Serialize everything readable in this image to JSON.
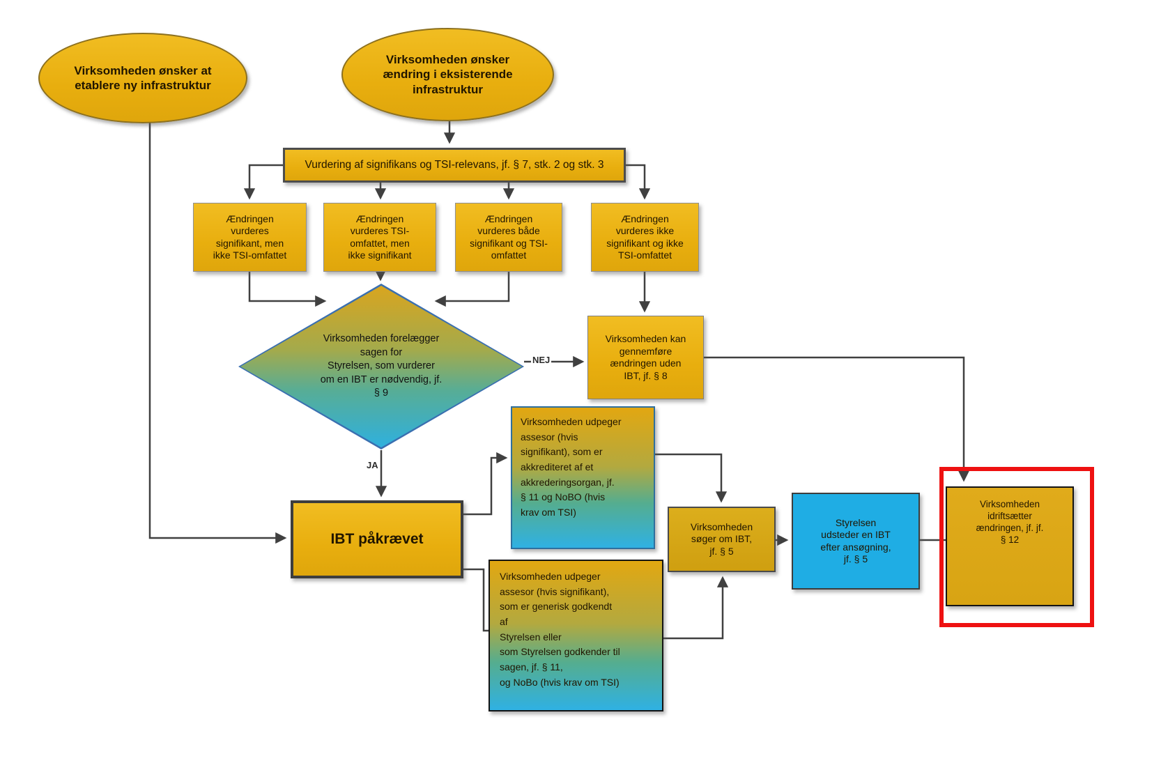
{
  "diagram": {
    "nodes": {
      "start_new": {
        "label": "Virksomheden ønsker at\netablere ny infrastruktur"
      },
      "start_change": {
        "label": "Virksomheden ønsker\nændring i eksisterende\ninfrastruktur"
      },
      "assessment": {
        "label": "Vurdering af signifikans og TSI-relevans, jf. § 7, stk. 2 og stk. 3"
      },
      "outcome_significant_not_tsi": {
        "label": "Ændringen\nvurderes\nsignifikant, men\nikke TSI-omfattet"
      },
      "outcome_tsi_not_significant": {
        "label": "Ændringen\nvurderes  TSI-\nomfattet, men\nikke signifikant"
      },
      "outcome_both": {
        "label": "Ændringen\nvurderes både\nsignifikant og TSI-\nomfattet"
      },
      "outcome_neither": {
        "label": "Ændringen\nvurderes ikke\nsignifikant og ikke\nTSI-omfattet"
      },
      "decision_ibt": {
        "label": "Virksomheden forelægger\nsagen for\nStyrelsen, som vurderer\nom en IBT er nødvendig, jf.\n§ 9"
      },
      "no_ibt_needed": {
        "label": "Virksomheden kan\ngennemføre\nændringen uden\nIBT, jf. § 8"
      },
      "ibt_required": {
        "label": "IBT påkrævet"
      },
      "assessor_accredited": {
        "label": "Virksomheden udpeger\nassesor (hvis\nsignifikant), som er\nakkrediteret af et\nakkrederingsorgan, jf.\n§ 11 og NoBO (hvis\nkrav om TSI)"
      },
      "assessor_generic": {
        "label": "Virksomheden udpeger\nassesor (hvis signifikant),\nsom er generisk godkendt\naf\nStyrelsen eller\nsom Styrelsen godkender til\nsagen, jf. § 11,\nog NoBo (hvis krav om TSI)"
      },
      "apply_ibt": {
        "label": "Virksomheden\nsøger om IBT,\njf. § 5"
      },
      "issue_ibt": {
        "label": "Styrelsen\nudsteder en IBT\nefter ansøgning,\njf. § 5"
      },
      "commission_change": {
        "label": "Virksomheden\nidriftsætter\nændringen, jf. jf.\n§ 12"
      }
    },
    "edge_labels": {
      "yes": "JA",
      "no": "NEJ"
    },
    "colors": {
      "shape_yellow": "#e8ae0e",
      "shape_blue": "#1fade4",
      "gradient_top": "#e2a711",
      "gradient_bottom": "#2fb1e3",
      "diamond_border": "#3a6fb0",
      "highlight_red": "#ee1111",
      "connector": "#404040"
    }
  }
}
